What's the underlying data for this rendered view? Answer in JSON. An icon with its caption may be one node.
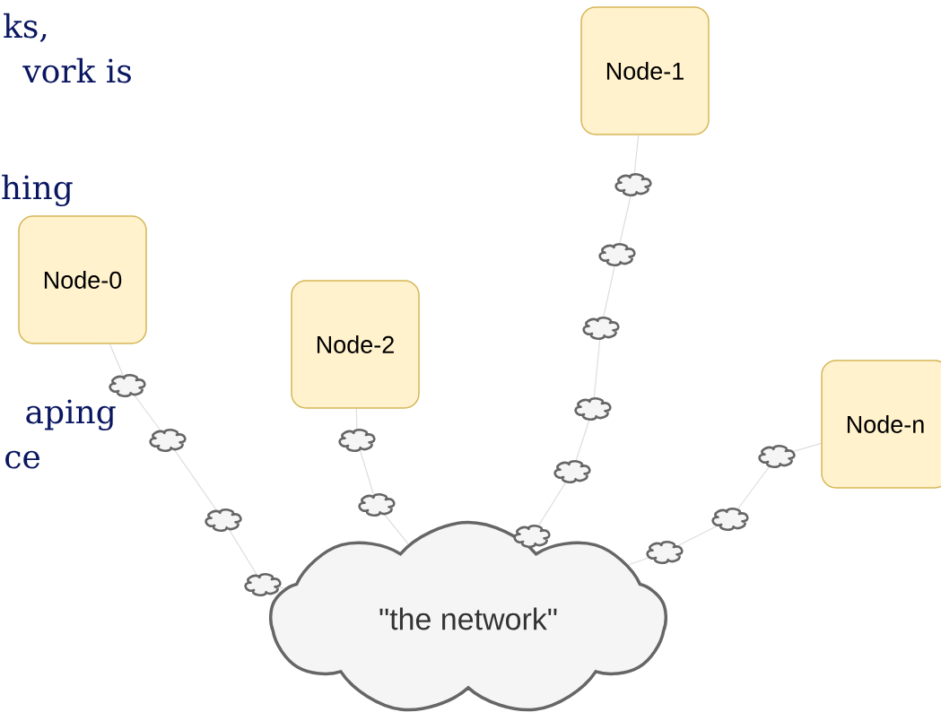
{
  "diagram": {
    "nodes": [
      {
        "text": [
          "Node-0"
        ]
      },
      {
        "text": [
          "Node-1"
        ]
      },
      {
        "text": [
          "Node-2"
        ]
      },
      {
        "text": [
          "Node-n"
        ]
      },
      {
        "text": [
          "\"the network\""
        ]
      }
    ],
    "edges": [
      {
        "from": 0,
        "to": 4,
        "arrow": "none"
      },
      {
        "from": 2,
        "to": 4,
        "arrow": "none"
      },
      {
        "from": 1,
        "to": 4,
        "arrow": "none"
      },
      {
        "from": 3,
        "to": 4,
        "arrow": "none"
      }
    ],
    "labels": [
      "ks,",
      "vork is",
      "hing",
      "aping",
      "ce"
    ]
  }
}
